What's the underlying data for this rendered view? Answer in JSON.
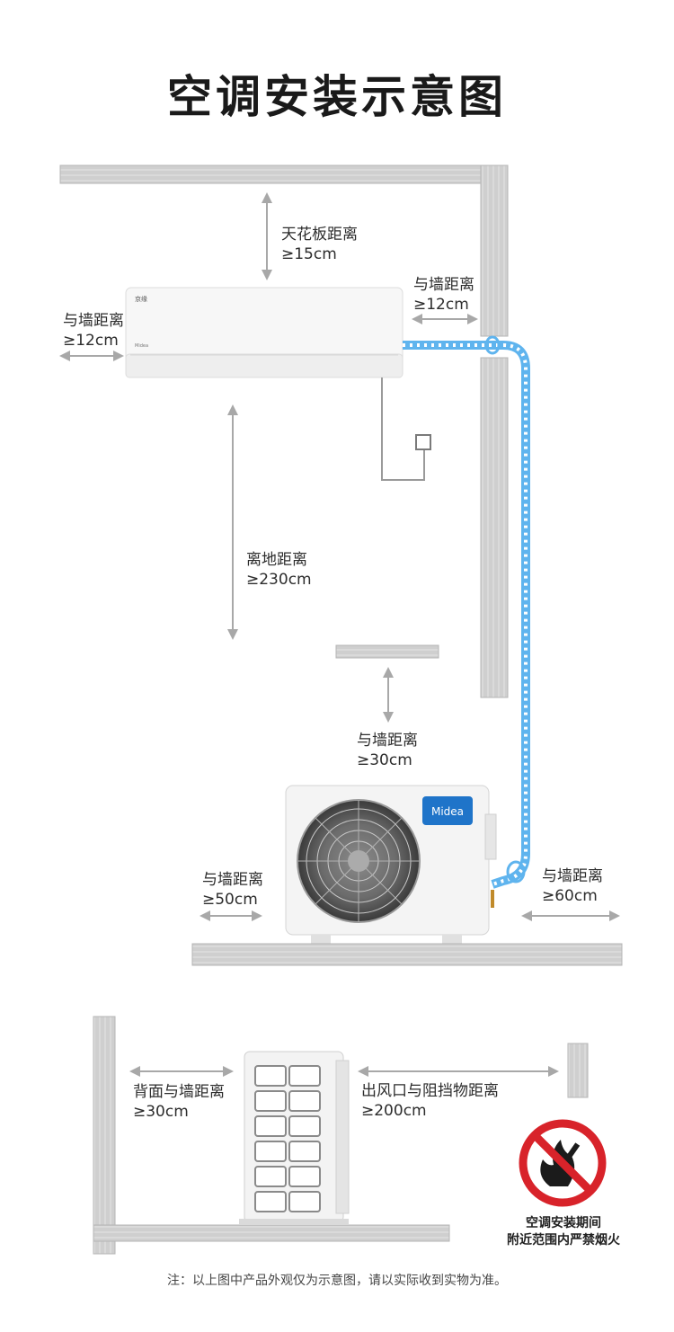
{
  "title": "空调安装示意图",
  "labels": {
    "ceiling": {
      "name": "天花板距离",
      "value": "≥15cm"
    },
    "wall_right_indoor": {
      "name": "与墙距离",
      "value": "≥12cm"
    },
    "wall_left_indoor": {
      "name": "与墙距离",
      "value": "≥12cm"
    },
    "floor": {
      "name": "离地距离",
      "value": "≥230cm"
    },
    "wall_top_outdoor": {
      "name": "与墙距离",
      "value": "≥30cm"
    },
    "wall_left_outdoor": {
      "name": "与墙距离",
      "value": "≥50cm"
    },
    "wall_right_outdoor": {
      "name": "与墙距离",
      "value": "≥60cm"
    },
    "back_wall": {
      "name": "背面与墙距离",
      "value": "≥30cm"
    },
    "outlet": {
      "name": "出风口与阻挡物距离",
      "value": "≥200cm"
    }
  },
  "brand": {
    "outdoor_logo": "Midea",
    "indoor_logo_left": "京缘",
    "indoor_logo_small": "Midea"
  },
  "warning": {
    "line1": "空调安装期间",
    "line2": "附近范围内严禁烟火"
  },
  "note": "注：以上图中产品外观仅为示意图，请以实际收到实物为准。",
  "colors": {
    "pipe": "#5fb4ee",
    "wall": "#c8c8c8",
    "logo_blue": "#1f74c9",
    "warning_red": "#d8232a"
  }
}
